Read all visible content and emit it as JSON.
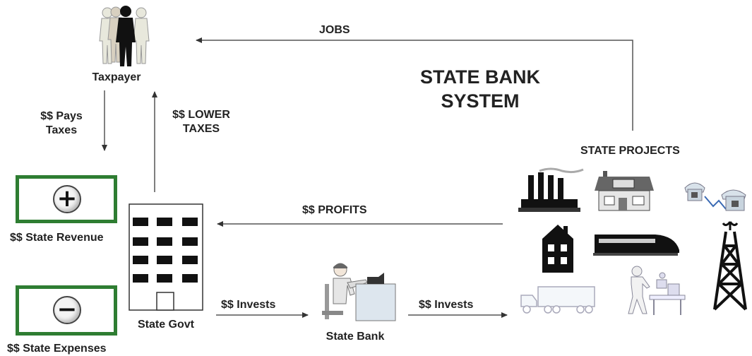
{
  "title": {
    "line1": "STATE BANK",
    "line2": "SYSTEM"
  },
  "labels": {
    "taxpayer": "Taxpayer",
    "pays_taxes_line1": "$$ Pays",
    "pays_taxes_line2": "Taxes",
    "lower_taxes_line1": "$$ LOWER",
    "lower_taxes_line2": "TAXES",
    "jobs": "JOBS",
    "state_projects": "STATE PROJECTS",
    "profits": "$$ PROFITS",
    "state_revenue": "$$ State Revenue",
    "state_expenses": "$$ State Expenses",
    "state_govt": "State Govt",
    "state_bank": "State Bank",
    "invests_1": "$$ Invests",
    "invests_2": "$$ Invests"
  },
  "symbols": {
    "plus": "+",
    "minus": "−"
  },
  "icons": [
    "taxpayer-group-icon",
    "government-building-icon",
    "banker-at-desk-icon",
    "factory-icon",
    "house-icon",
    "telephones-icon",
    "townhouse-icon",
    "train-icon",
    "oil-derrick-icon",
    "truck-icon",
    "conveyor-worker-icon"
  ],
  "colors": {
    "box_border": "#2e7d32",
    "text": "#222222",
    "arrow": "#333333"
  }
}
